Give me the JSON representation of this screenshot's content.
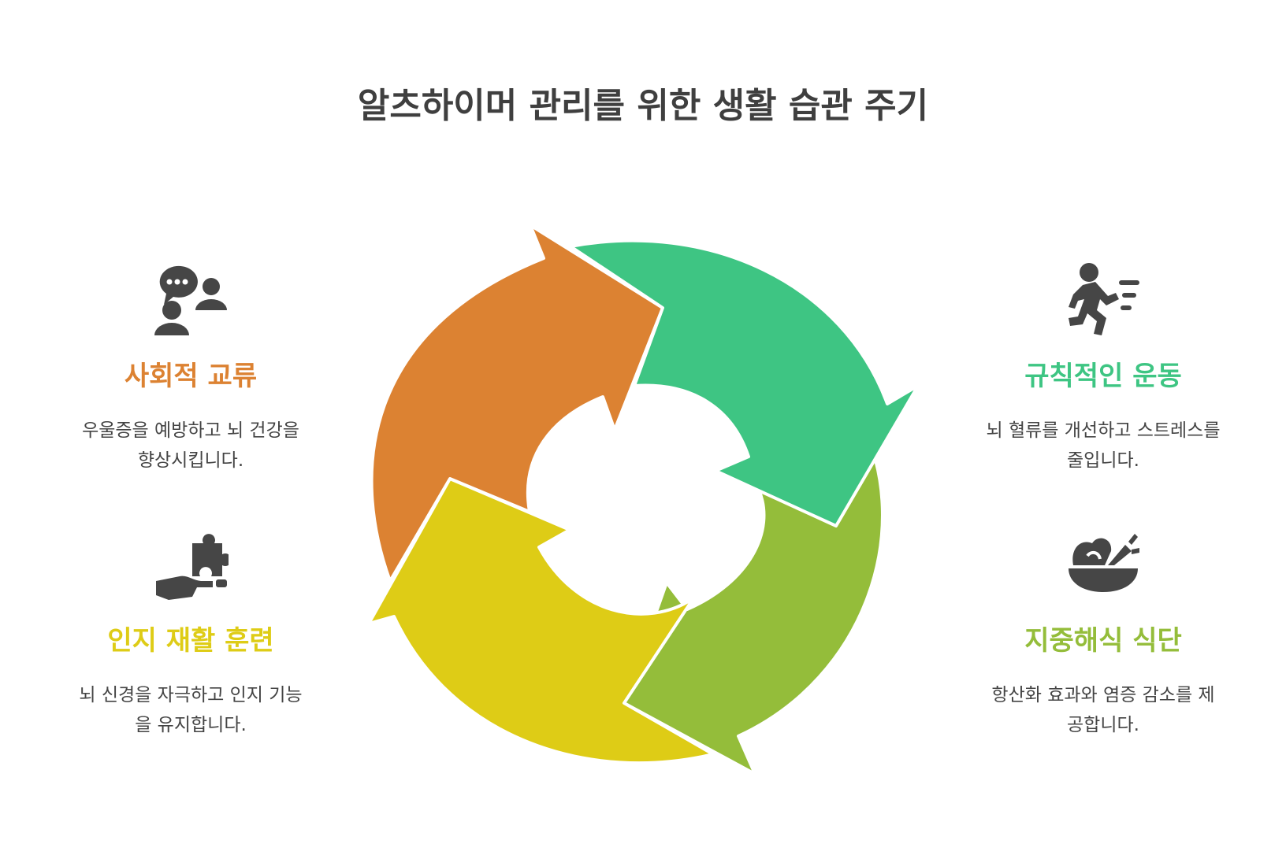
{
  "title": "알츠하이머 관리를 위한 생활 습관 주기",
  "colors": {
    "orange": "#DC8232",
    "green": "#3EC583",
    "lime": "#94BD3A",
    "yellow": "#DECC16",
    "icon": "#464646"
  },
  "items": {
    "social": {
      "title": "사회적 교류",
      "desc": "우울증을 예방하고 뇌 건강을 향상시킵니다.",
      "icon": "chat-people-icon"
    },
    "exercise": {
      "title": "규칙적인 운동",
      "desc": "뇌 혈류를 개선하고 스트레스를 줄입니다.",
      "icon": "running-person-icon"
    },
    "cognitive": {
      "title": "인지 재활 훈련",
      "desc": "뇌 신경을 자극하고 인지 기능을 유지합니다.",
      "icon": "puzzle-hand-icon"
    },
    "diet": {
      "title": "지중해식 식단",
      "desc": "항산화 효과와 염증 감소를 제공합니다.",
      "icon": "salad-bowl-icon"
    }
  }
}
